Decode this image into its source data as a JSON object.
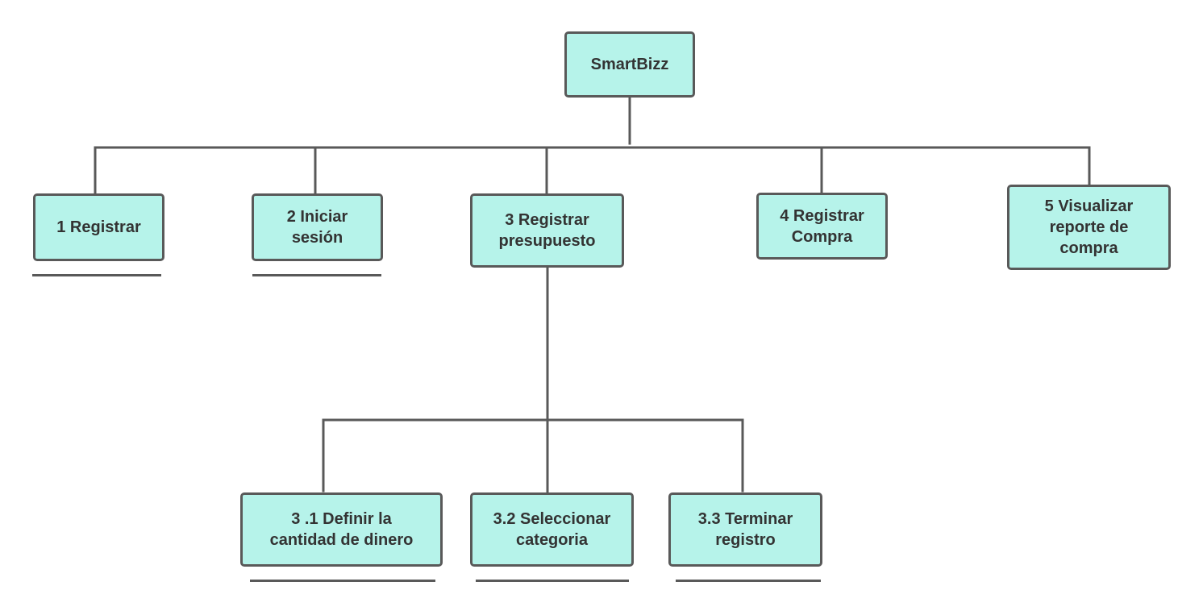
{
  "colors": {
    "node_fill": "#b6f3ea",
    "stroke": "#595959",
    "text": "#333333",
    "background": "#ffffff"
  },
  "nodes": {
    "root": "SmartBizz",
    "n1": "1 Registrar",
    "n2": "2 Iniciar\nsesión",
    "n3": "3 Registrar\npresupuesto",
    "n4": "4 Registrar\nCompra",
    "n5": "5 Visualizar\nreporte de\ncompra",
    "n31": "3 .1 Definir la\ncantidad de dinero",
    "n32": "3.2 Seleccionar\ncategoria",
    "n33": "3.3 Terminar\nregistro"
  }
}
